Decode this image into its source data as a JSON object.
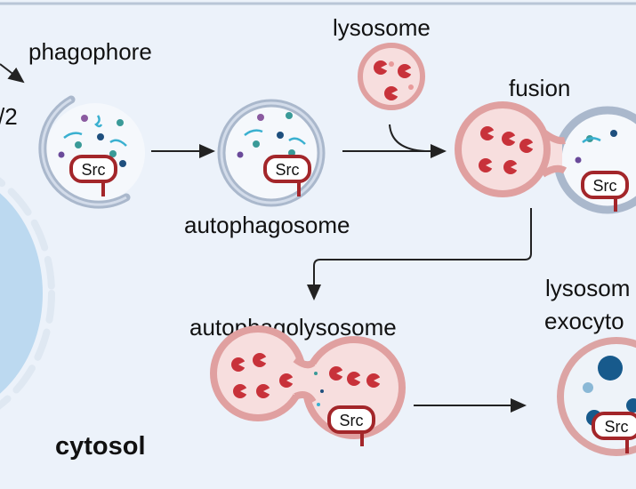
{
  "labels": {
    "partial_left": "/2",
    "phagophore": "phagophore",
    "lysosome": "lysosome",
    "fusion": "fusion",
    "autophagosome": "autophagosome",
    "autophagolysosome": "autophagolysosome",
    "exocytosis_line1": "lysosom",
    "exocytosis_line2": "exocyto",
    "cytosol": "cytosol"
  },
  "cargo_label": "Src",
  "colors": {
    "background": "#ecf2fa",
    "membrane_gray": "#aab8cc",
    "lysosome_pink": "#f2c6c6",
    "lysosome_border": "#d68c8c",
    "src_red": "#a3262a",
    "cell_blue": "#bcd9f0"
  }
}
